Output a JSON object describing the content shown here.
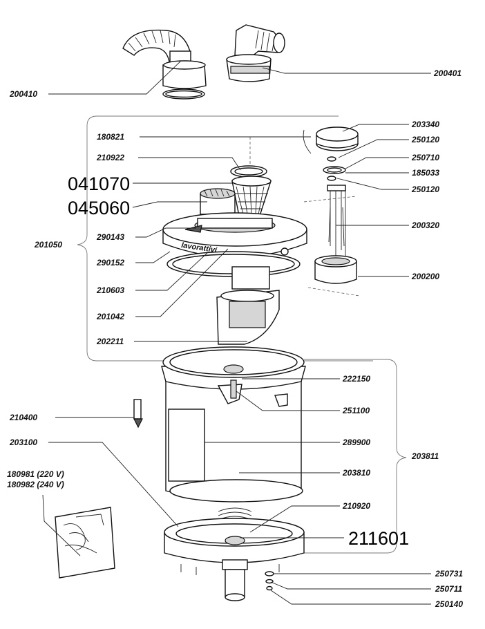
{
  "diagram": {
    "labels": {
      "200410": "200410",
      "200401": "200401",
      "180821": "180821",
      "210922": "210922",
      "041070": "041070",
      "045060": "045060",
      "290143": "290143",
      "290152": "290152",
      "210603": "210603",
      "201042": "201042",
      "202211": "202211",
      "201050": "201050",
      "203340": "203340",
      "250120a": "250120",
      "250710": "250710",
      "185033": "185033",
      "250120b": "250120",
      "200320": "200320",
      "200200": "200200",
      "222150": "222150",
      "251100": "251100",
      "210400": "210400",
      "203100": "203100",
      "289900": "289900",
      "203811": "203811",
      "203810": "203810",
      "180981": "180981 (220 V)",
      "180982": "180982 (240 V)",
      "210920": "210920",
      "211601": "211601",
      "250731": "250731",
      "250711": "250711",
      "250140": "250140"
    },
    "lid_text": "lavorattivi"
  }
}
